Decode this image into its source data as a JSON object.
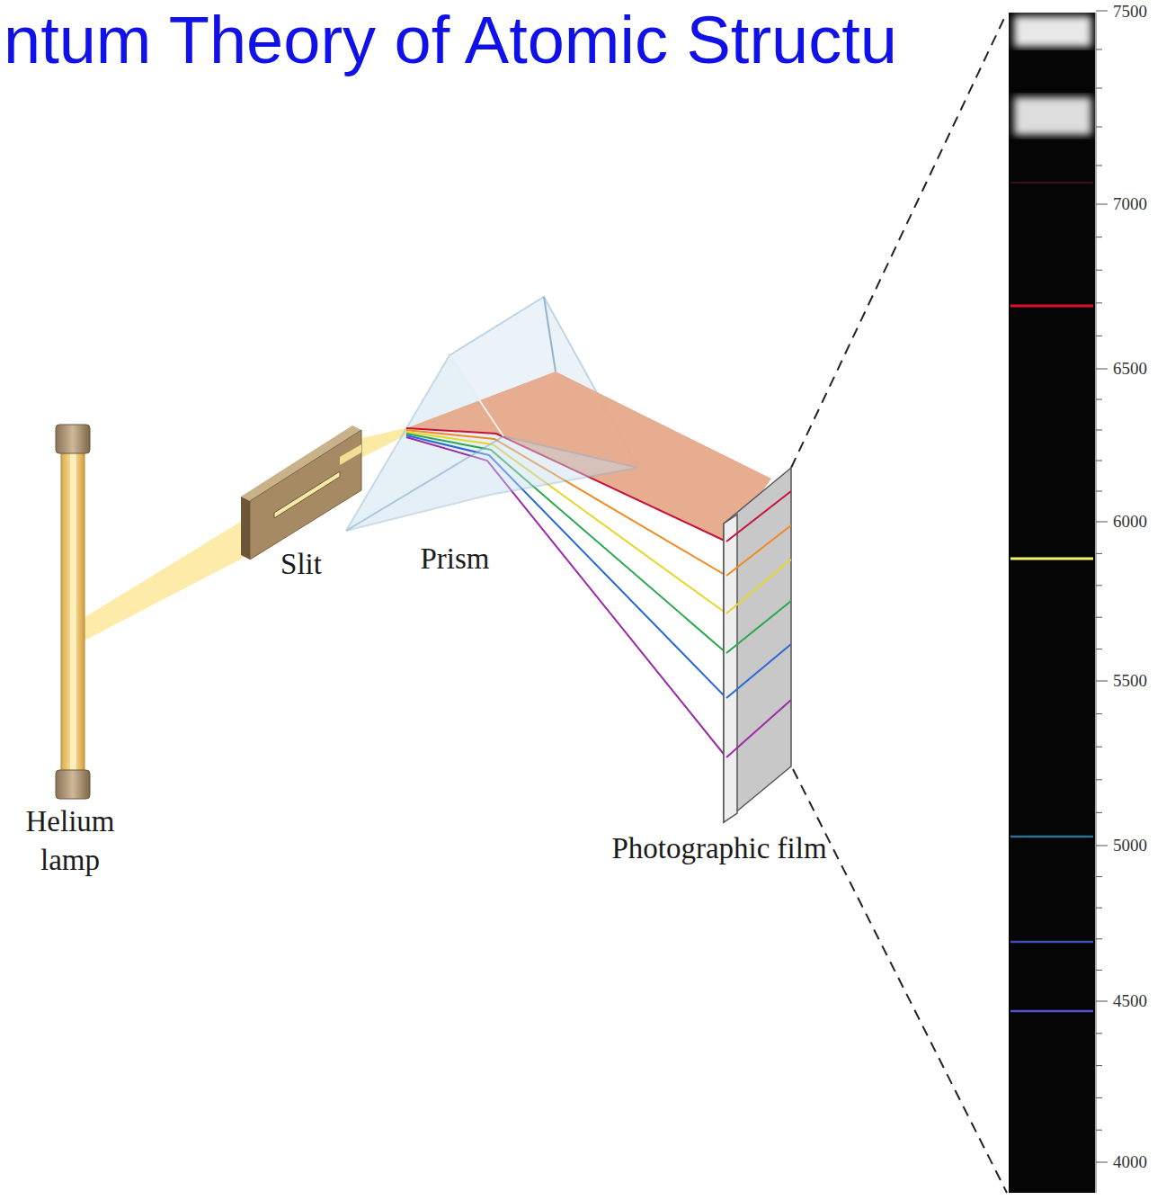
{
  "diagram": {
    "title": "ntum Theory of Atomic Structu",
    "labels": [
      "Slit",
      "Prism",
      "Helium lamp",
      "Photographic film",
      "7500",
      "7000",
      "6500",
      "6000",
      "5500",
      "5000",
      "4500",
      "4000"
    ]
  }
}
